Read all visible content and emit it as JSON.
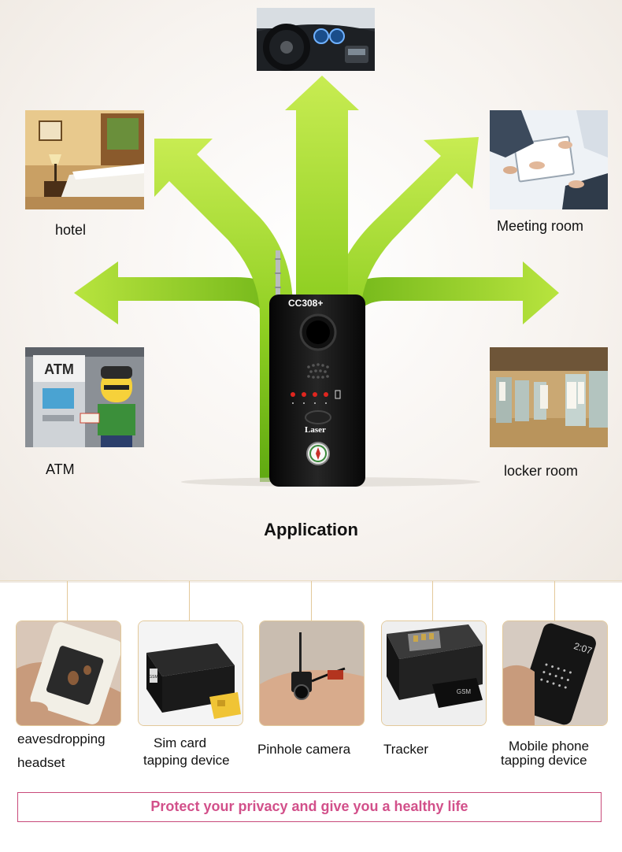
{
  "scenes": {
    "car": {
      "label": ""
    },
    "hotel": {
      "label": "hotel"
    },
    "meeting": {
      "label": "Meeting room"
    },
    "atm": {
      "label": "ATM",
      "sign": "ATM"
    },
    "locker": {
      "label": "locker room"
    }
  },
  "device": {
    "model": "CC308+",
    "mode_label": "Laser"
  },
  "heading": "Application",
  "bugs": [
    {
      "line1": "eavesdropping",
      "line2": "headset"
    },
    {
      "line1": "Sim card",
      "line2": "tapping device",
      "tag": "GSM"
    },
    {
      "line1": "Pinhole camera"
    },
    {
      "line1": "Tracker",
      "tag": "GSM"
    },
    {
      "line1": "Mobile phone",
      "line2": "tapping device",
      "time": "2:07"
    }
  ],
  "banner": "Protect your privacy and give you a healthy life",
  "colors": {
    "arrow_light": "#b4e23a",
    "arrow_dark": "#5fa811",
    "banner_text": "#d2508a",
    "banner_border": "#c84a7a",
    "divider": "#e3c99a"
  }
}
